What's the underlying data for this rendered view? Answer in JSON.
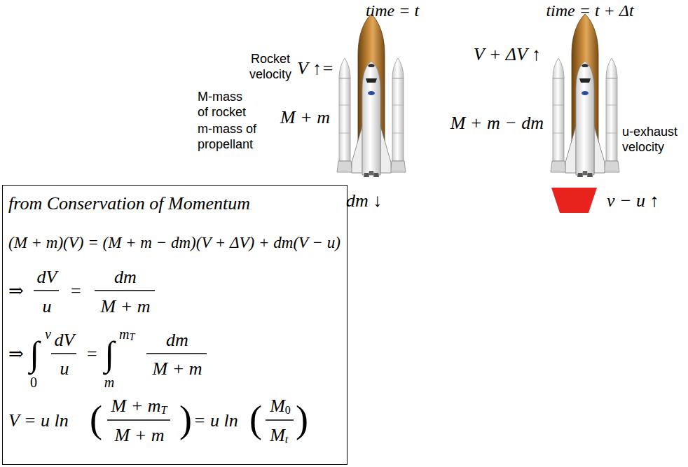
{
  "diagram": {
    "nodes": [
      {
        "text": [
          "from Conservation of Momentum",
          "(M + m)(V) = (M + m − dm)(V + ΔV) + dm(V − u)",
          "⇒",
          "dV",
          "u",
          "=",
          "dm",
          "M + m",
          "⇒",
          "∫",
          "v",
          "0",
          "dV",
          "u",
          "=",
          "∫",
          "m",
          "T",
          "m",
          "dm",
          "M + m",
          "V = u ln",
          "(",
          "M + m",
          "T",
          "M + m",
          ")",
          "= u ln",
          "(",
          "M",
          "0",
          "M",
          "t",
          ")"
        ]
      }
    ],
    "labels": [
      "time = t",
      "time = t + Δt",
      "Rocket velocity",
      "V ↑=",
      "M-mass of rocket",
      "m-mass of propellant",
      "M + m",
      "V + ΔV ↑",
      "M + m − dm",
      "u-exhaust velocity",
      "dm ↓",
      "v − u ↑"
    ]
  }
}
